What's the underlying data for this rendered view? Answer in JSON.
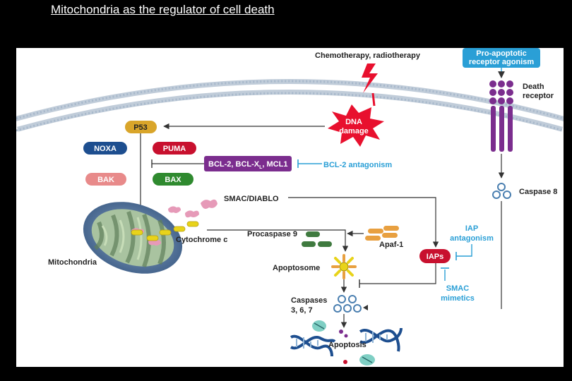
{
  "slide": {
    "title": "Mitochondria as the regulator of cell death"
  },
  "diagram": {
    "therapy": "Chemotherapy, radiotherapy",
    "dna_damage": [
      "DNA",
      "damage"
    ],
    "pro_apoptotic_agonism": [
      "Pro-apoptotic",
      "receptor agonism"
    ],
    "death_receptor": [
      "Death",
      "receptor"
    ],
    "p53": "P53",
    "noxa": "NOXA",
    "puma": "PUMA",
    "bcl2_family": "BCL-2, BCL-X",
    "bcl2_family_sub": "L",
    "bcl2_family_rest": ", MCL1",
    "bcl2_antagonism": "BCL-2 antagonism",
    "bak": "BAK",
    "bax": "BAX",
    "caspase8": "Caspase 8",
    "smac_diablo": "SMAC/DIABLO",
    "cytochrome_c": "Cytochrome c",
    "procaspase9": "Procaspase 9",
    "apaf1": "Apaf-1",
    "mitochondria": "Mitochondria",
    "apoptosome": "Apoptosome",
    "iaps": "IAPs",
    "iap_antagonism": [
      "IAP",
      "antagonism"
    ],
    "smac_mimetics": [
      "SMAC",
      "mimetics"
    ],
    "caspases": [
      "Caspases",
      "3, 6, 7"
    ],
    "apoptosis": "Apoptosis",
    "colors": {
      "p53": "#d9a52a",
      "noxa": "#1d4e8f",
      "puma": "#c8102e",
      "bcl2": "#7b2d8e",
      "bak": "#e88a8a",
      "bax": "#2f8a2f",
      "iaps": "#c8102e",
      "dna": "#e8102e",
      "blue": "#2a9fd6",
      "receptor": "#7b2d8e",
      "caspase": "#8fb4d6"
    }
  }
}
